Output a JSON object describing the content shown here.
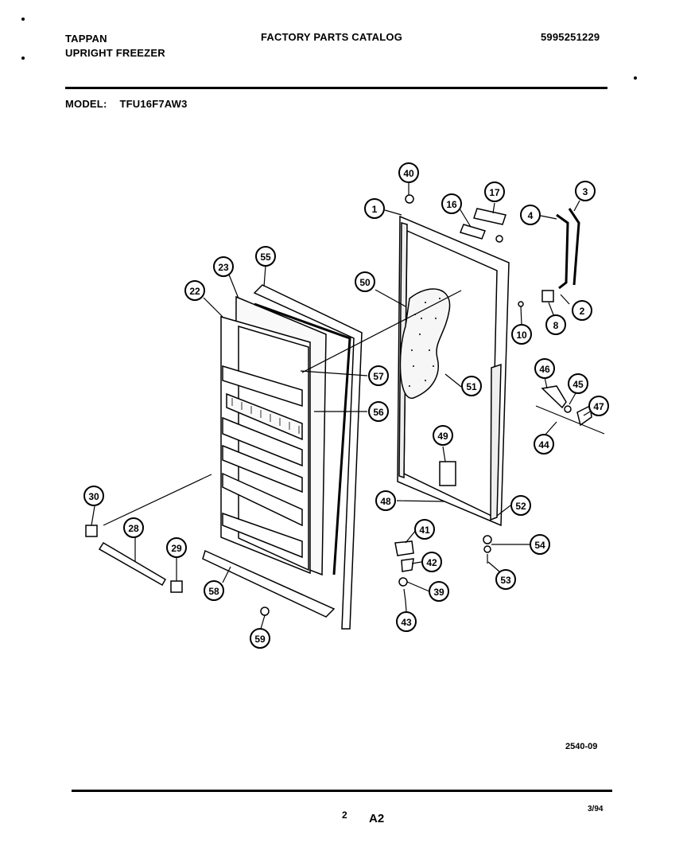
{
  "header": {
    "brand": "TAPPAN",
    "product": "UPRIGHT FREEZER",
    "catalog_title": "FACTORY PARTS CATALOG",
    "part_number": "5995251229",
    "model_label": "MODEL:",
    "model_value": "TFU16F7AW3"
  },
  "diagram": {
    "callouts": [
      "40",
      "17",
      "16",
      "3",
      "1",
      "4",
      "2",
      "8",
      "10",
      "50",
      "55",
      "23",
      "22",
      "57",
      "56",
      "51",
      "46",
      "45",
      "47",
      "44",
      "49",
      "48",
      "52",
      "41",
      "54",
      "42",
      "53",
      "39",
      "43",
      "30",
      "28",
      "29",
      "58",
      "59"
    ]
  },
  "footer": {
    "drawing_code": "2540-09",
    "page_number": "2",
    "page_code": "A2",
    "date": "3/94"
  }
}
